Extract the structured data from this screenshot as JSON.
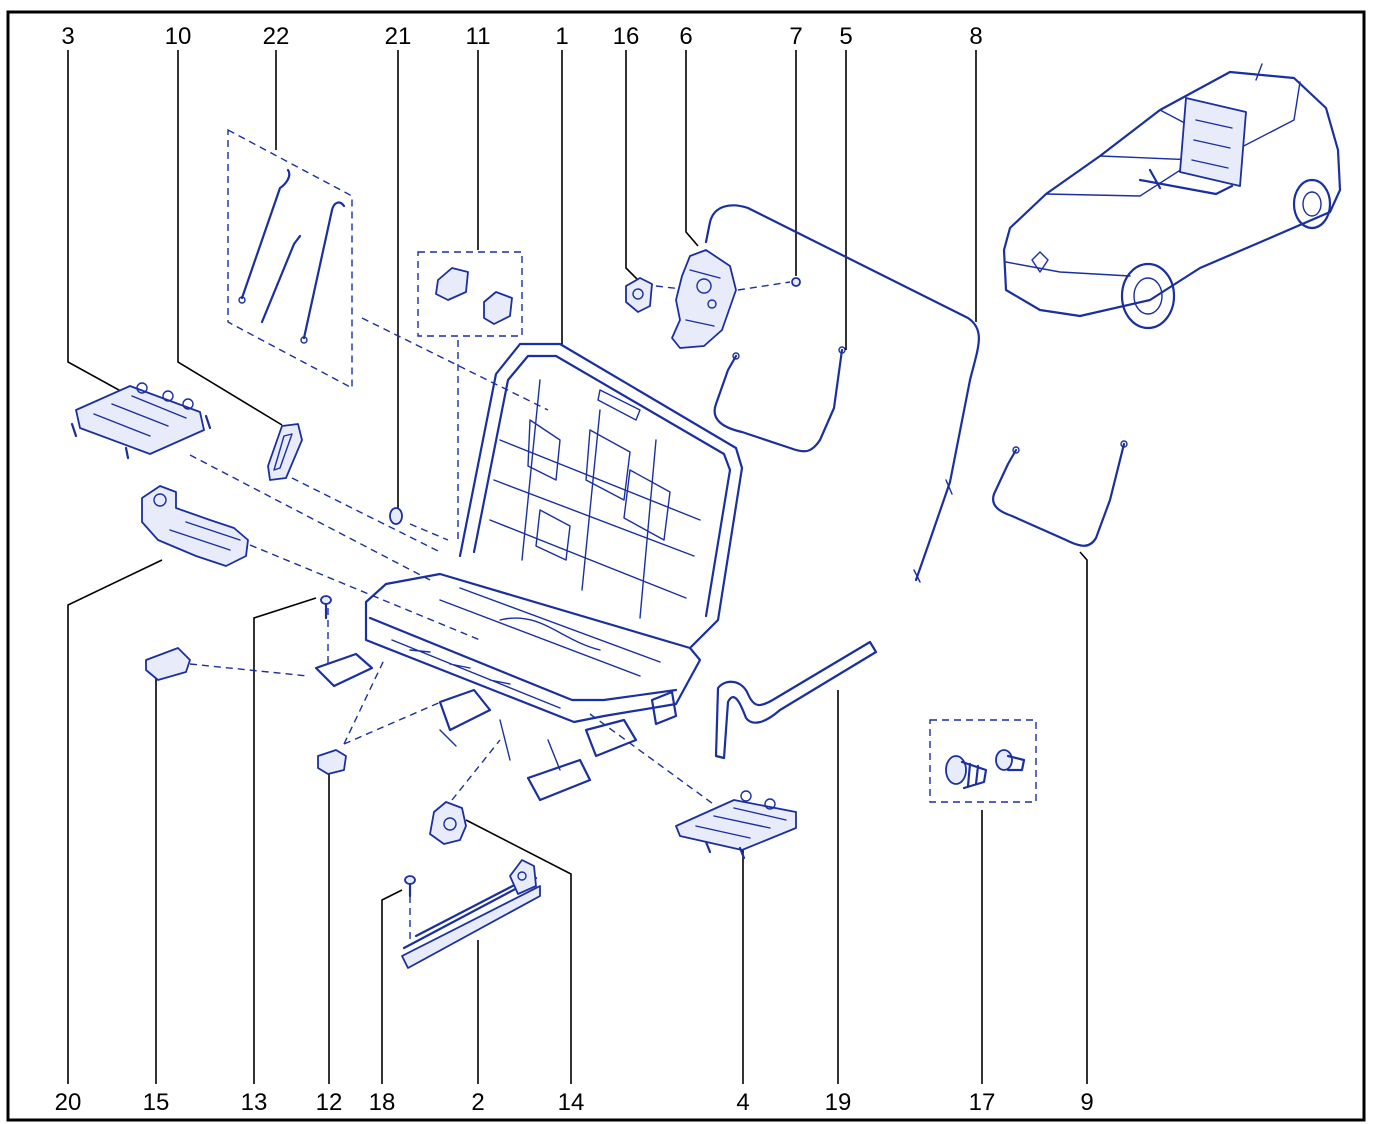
{
  "callouts_top": [
    {
      "id": "3",
      "label": "3"
    },
    {
      "id": "10",
      "label": "10"
    },
    {
      "id": "22",
      "label": "22"
    },
    {
      "id": "21",
      "label": "21"
    },
    {
      "id": "11",
      "label": "11"
    },
    {
      "id": "1",
      "label": "1"
    },
    {
      "id": "16",
      "label": "16"
    },
    {
      "id": "6",
      "label": "6"
    },
    {
      "id": "7",
      "label": "7"
    },
    {
      "id": "5",
      "label": "5"
    },
    {
      "id": "8",
      "label": "8"
    }
  ],
  "callouts_bottom": [
    {
      "id": "20",
      "label": "20"
    },
    {
      "id": "15",
      "label": "15"
    },
    {
      "id": "13",
      "label": "13"
    },
    {
      "id": "12",
      "label": "12"
    },
    {
      "id": "18",
      "label": "18"
    },
    {
      "id": "2",
      "label": "2"
    },
    {
      "id": "14",
      "label": "14"
    },
    {
      "id": "4",
      "label": "4"
    },
    {
      "id": "19",
      "label": "19"
    },
    {
      "id": "17",
      "label": "17"
    },
    {
      "id": "9",
      "label": "9"
    }
  ],
  "colors": {
    "line_art": "#1a2fa0",
    "frame": "#000000",
    "background": "#ffffff"
  }
}
